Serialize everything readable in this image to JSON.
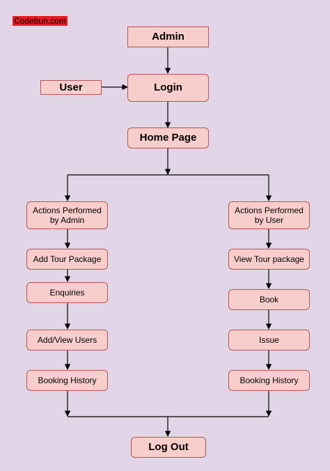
{
  "watermark": "Codebun.com",
  "nodes": {
    "admin": "Admin",
    "user": "User",
    "login": "Login",
    "home": "Home Page",
    "admin_actions": "Actions Performed by Admin",
    "user_actions": "Actions Performed by User",
    "add_tour": "Add Tour Package",
    "enquiries": "Enquiries",
    "add_view_users": "Add/View Users",
    "admin_booking_history": "Booking History",
    "view_tour": "View Tour package",
    "book": "Book",
    "issue": "Issue",
    "user_booking_history": "Booking History",
    "logout": "Log Out"
  },
  "colors": {
    "background": "#e1d5e7",
    "node_fill": "#f8cecc",
    "node_border": "#b85450",
    "edge": "#000000",
    "watermark_bg": "#e51c23"
  }
}
